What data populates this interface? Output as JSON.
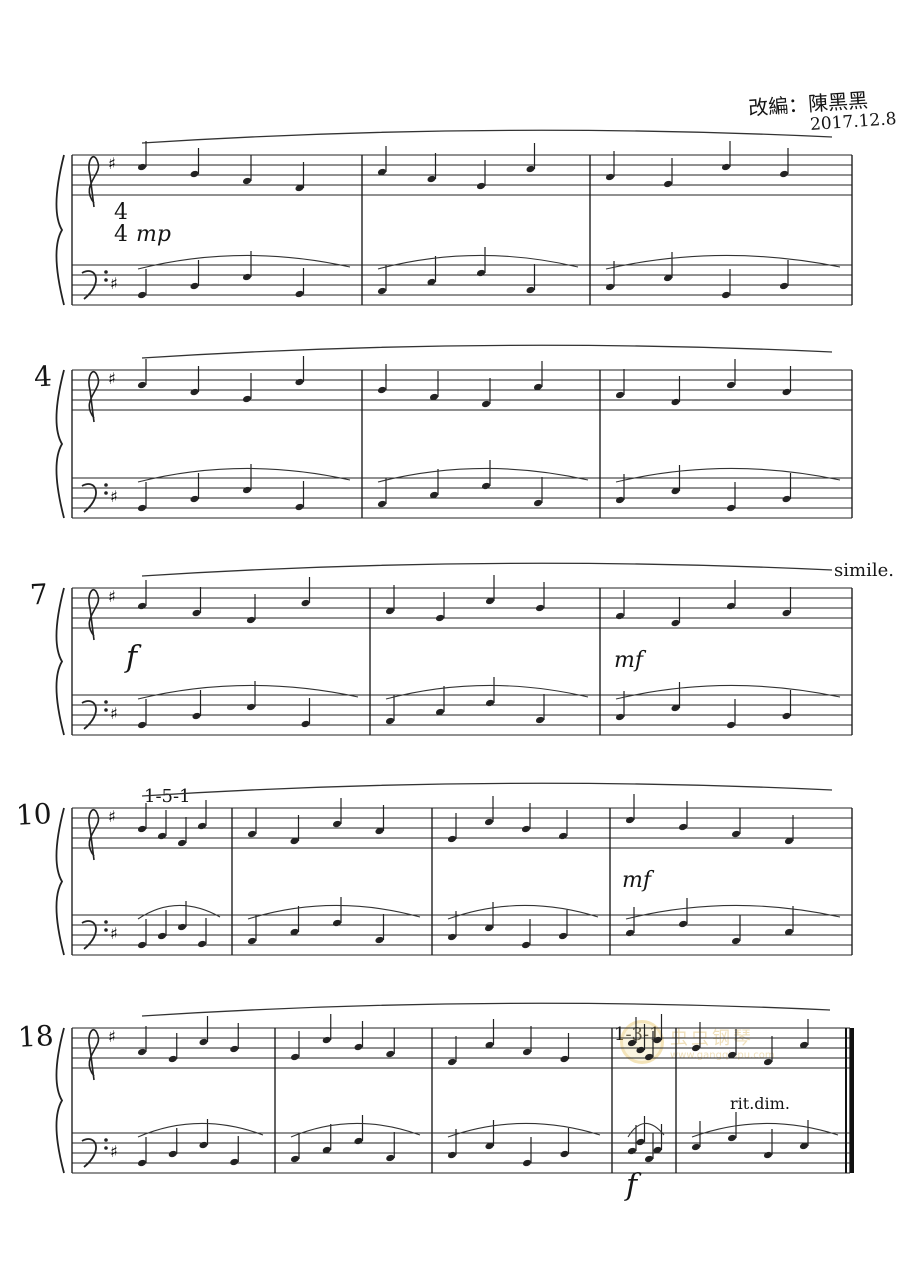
{
  "credit": {
    "arranger": "改編：陳黑黑",
    "date": "2017.12.8"
  },
  "systems": [
    {
      "number": ""
    },
    {
      "number": "4"
    },
    {
      "number": "7"
    },
    {
      "number": "10"
    },
    {
      "number": "18"
    }
  ],
  "markings": {
    "time_signature_top": "4",
    "time_signature_bottom": "4",
    "dynamic_mp_1": "mp",
    "dynamic_f_1": "f",
    "dynamic_mf_1": "mf",
    "dynamic_mf_2": "mf",
    "dynamic_f_2": "f",
    "simile": "simile.",
    "fingering_1": "1-5-1",
    "fingering_2": "1-3-1",
    "rit_dim": "rit.dim."
  },
  "watermark": {
    "text": "虫虫钢琴",
    "url": "www.gangqinpu.com"
  }
}
